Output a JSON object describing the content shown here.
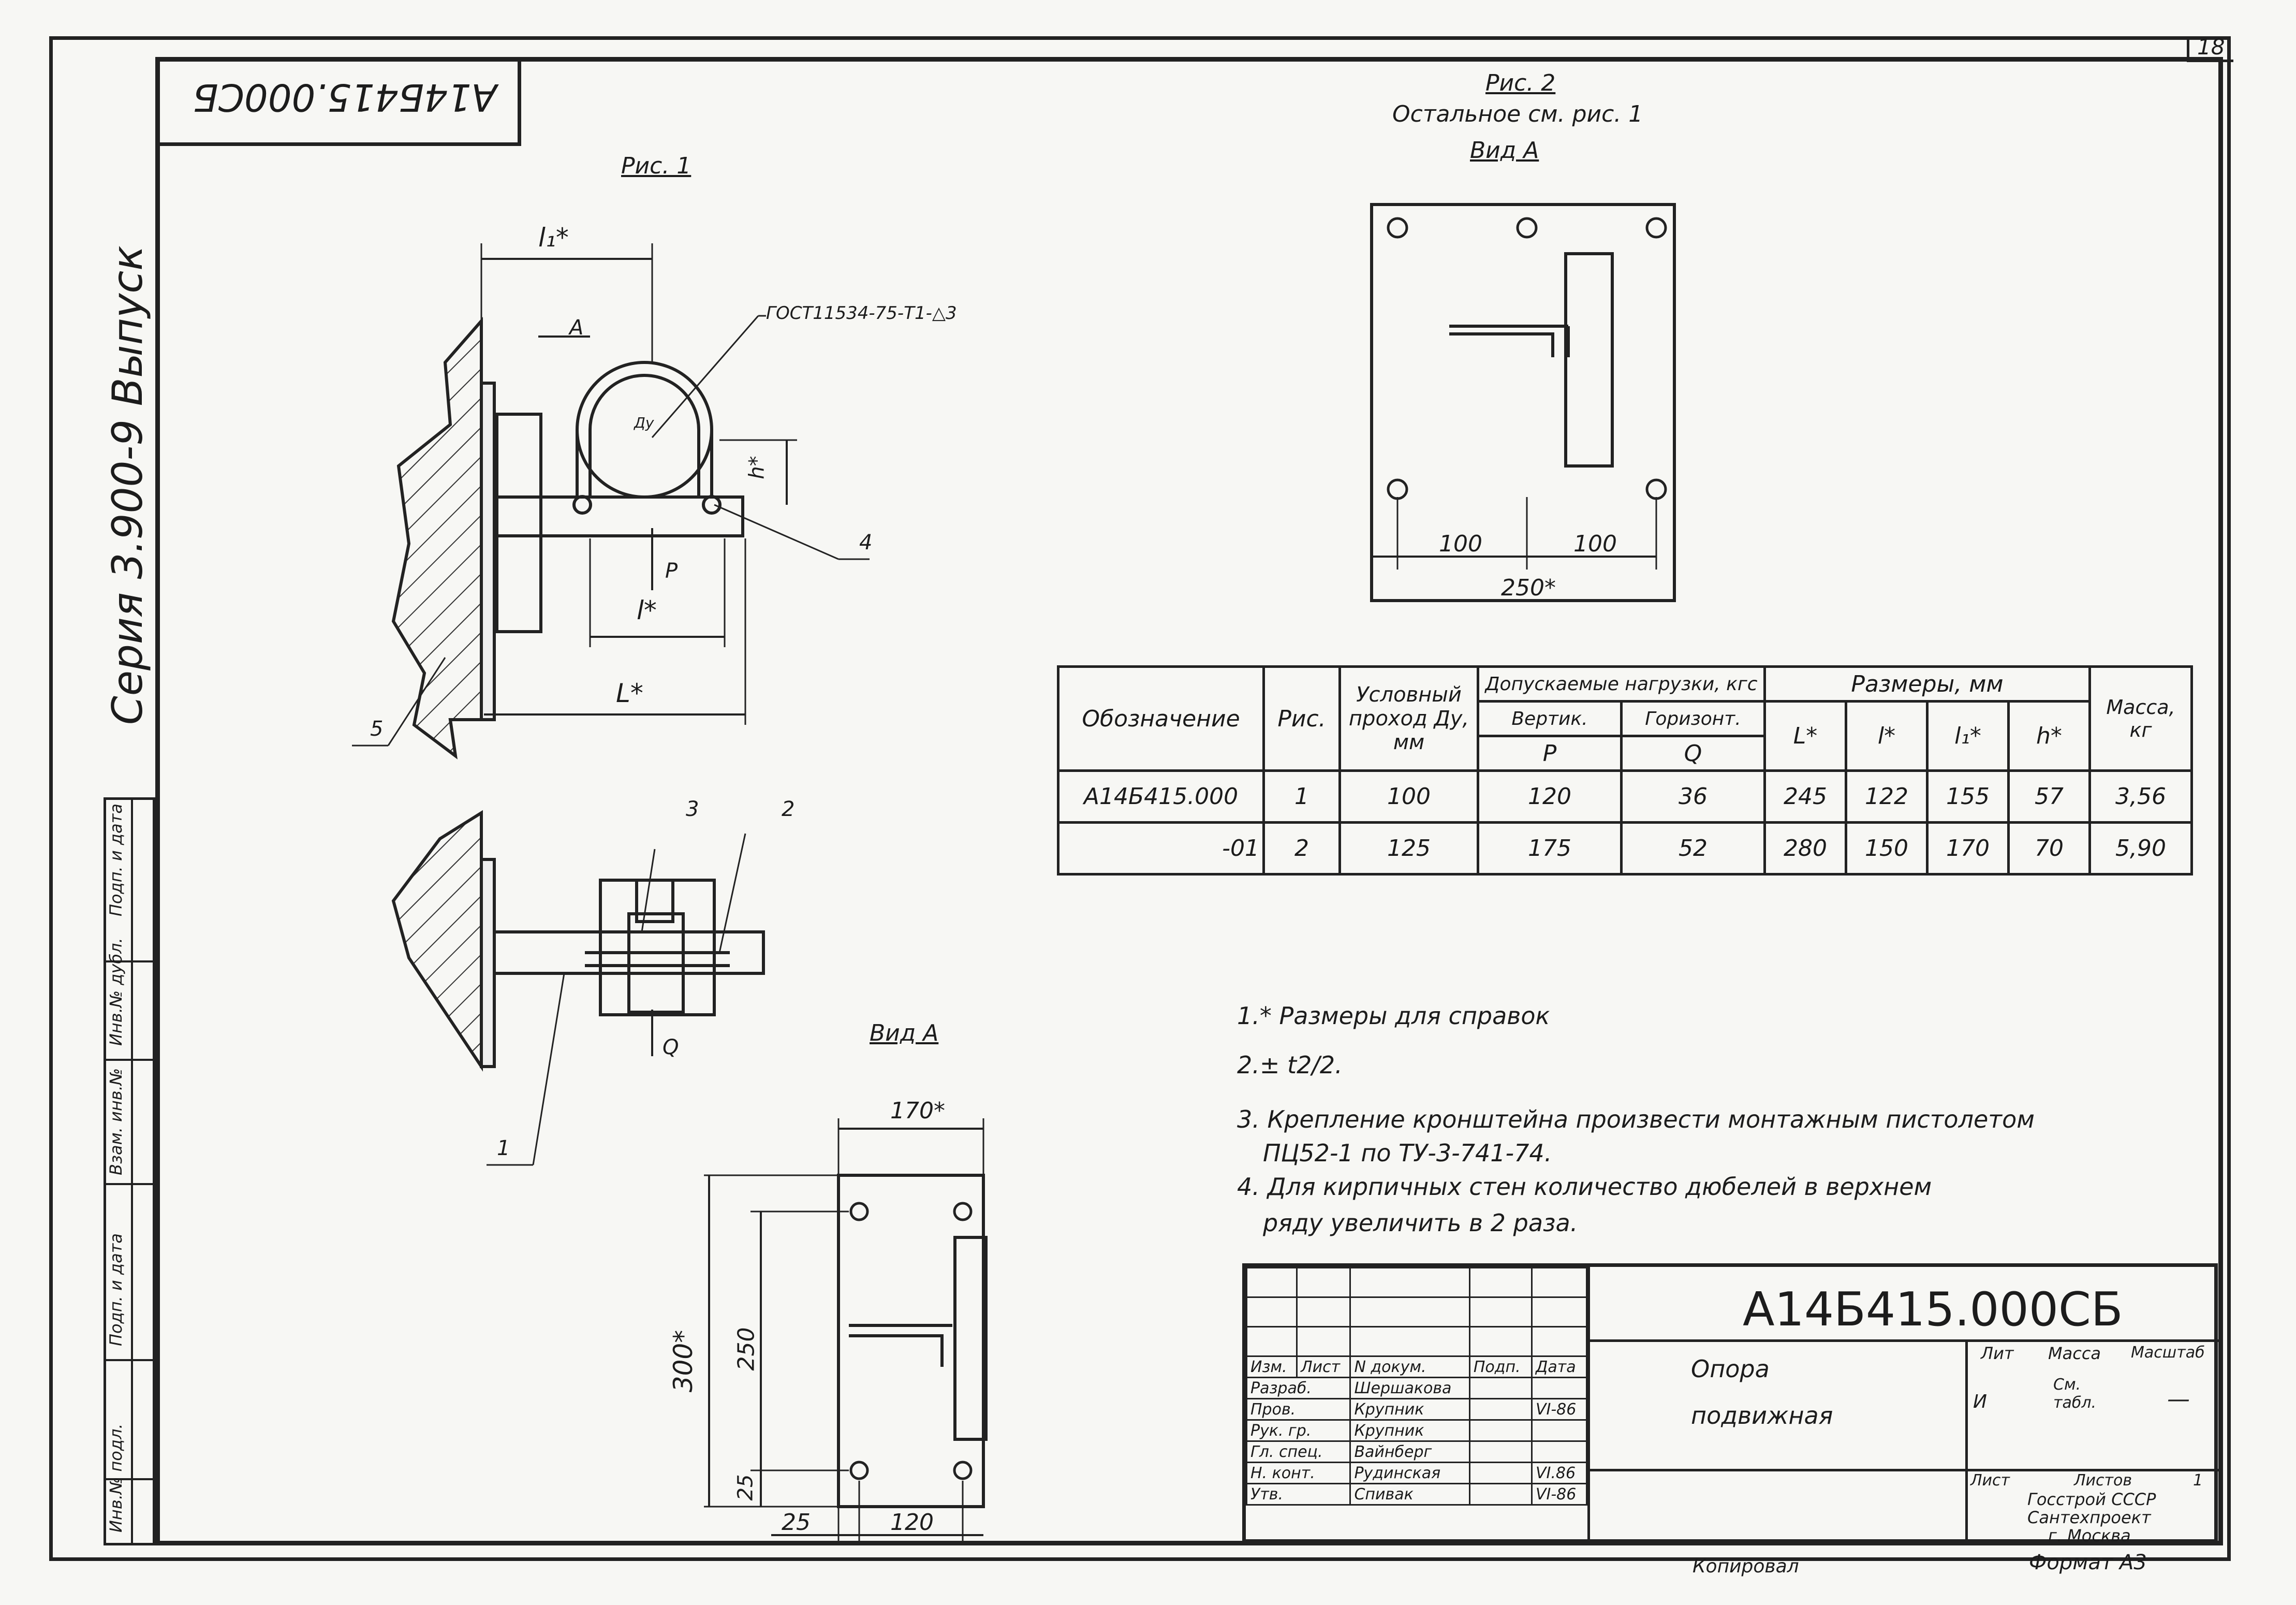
{
  "sheet_number": "18",
  "doc_code_corner": "А14Б415.000СБ",
  "series_vertical": "Серия 3.900-9  Выпуск",
  "side_stamp": [
    "Инв.№ подл.",
    "Подп. и дата",
    "Взам. инв.№",
    "Инв.№ дубл.",
    "Подп. и дата"
  ],
  "fig1": {
    "title": "Рис. 1",
    "gost_label": "ГОСТ11534-75-Т1-△3",
    "view_arrow": "А",
    "dim_l1": "l₁*",
    "dim_dy": "Ду",
    "dim_h": "h*",
    "dim_l": "l*",
    "dim_L": "L*",
    "load_p": "P",
    "load_q": "Q",
    "callouts": [
      "1",
      "2",
      "3",
      "4",
      "5"
    ]
  },
  "fig2": {
    "title": "Рис. 2",
    "subtitle": "Остальное см. рис. 1",
    "view_title": "Вид А",
    "dim_a": "100",
    "dim_b": "100",
    "dim_total": "250*"
  },
  "view_a_lower": {
    "title": "Вид А",
    "dim_width": "170*",
    "dim_height": "300*",
    "dim_250": "250",
    "dim_25v": "25",
    "dim_25h": "25",
    "dim_120": "120"
  },
  "spec_table": {
    "headers": {
      "designation": "Обозначение",
      "fig": "Рис.",
      "nominal": "Условный проход Ду, мм",
      "loads": "Допускаемые нагрузки, кгс",
      "vert": "Вертик.",
      "horiz": "Горизонт.",
      "p": "P",
      "q": "Q",
      "sizes": "Размеры, мм",
      "L": "L*",
      "l": "l*",
      "l1": "l₁*",
      "h": "h*",
      "mass": "Масса, кг"
    },
    "rows": [
      {
        "designation": "А14Б415.000",
        "fig": "1",
        "dy": "100",
        "p": "120",
        "q": "36",
        "L": "245",
        "l": "122",
        "l1": "155",
        "h": "57",
        "mass": "3,56"
      },
      {
        "designation": "-01",
        "fig": "2",
        "dy": "125",
        "p": "175",
        "q": "52",
        "L": "280",
        "l": "150",
        "l1": "170",
        "h": "70",
        "mass": "5,90"
      }
    ]
  },
  "notes": [
    "1.* Размеры для справок",
    "2.± t2/2.",
    "3. Крепление кронштейна произвести монтажным пистолетом",
    "ПЦ52-1 по ТУ-3-741-74.",
    "4. Для кирпичных стен количество дюбелей в верхнем",
    "рядy увеличить в 2 раза."
  ],
  "title_block": {
    "doc_code": "А14Б415.000СБ",
    "name_line1": "Опора",
    "name_line2": "подвижная",
    "col_headers": [
      "Изм.",
      "Лист",
      "N докум.",
      "Подп.",
      "Дата"
    ],
    "roles": [
      {
        "role": "Разраб.",
        "name": "Шершакова",
        "date": ""
      },
      {
        "role": "Пров.",
        "name": "Крупник",
        "date": "VI-86"
      },
      {
        "role": "Рук. гр.",
        "name": "Крупник",
        "date": ""
      },
      {
        "role": "Гл. спец.",
        "name": "Вайнберг",
        "date": ""
      },
      {
        "role": "Н. конт.",
        "name": "Рудинская",
        "date": "VI.86"
      },
      {
        "role": "Утв.",
        "name": "Спивак",
        "date": "VI-86"
      }
    ],
    "lit_label": "Лит",
    "lit_value": "И",
    "mass_label": "Масса",
    "mass_value": "См. табл.",
    "scale_label": "Масштаб",
    "scale_value": "—",
    "sheet_label": "Лист",
    "sheets_label": "Листов",
    "sheets_value": "1",
    "org_line1": "Госстрой СССР",
    "org_line2": "Сантехпроект",
    "org_line3": "г. Москва"
  },
  "footer": {
    "copied": "Копировал",
    "format": "Формат А3"
  }
}
